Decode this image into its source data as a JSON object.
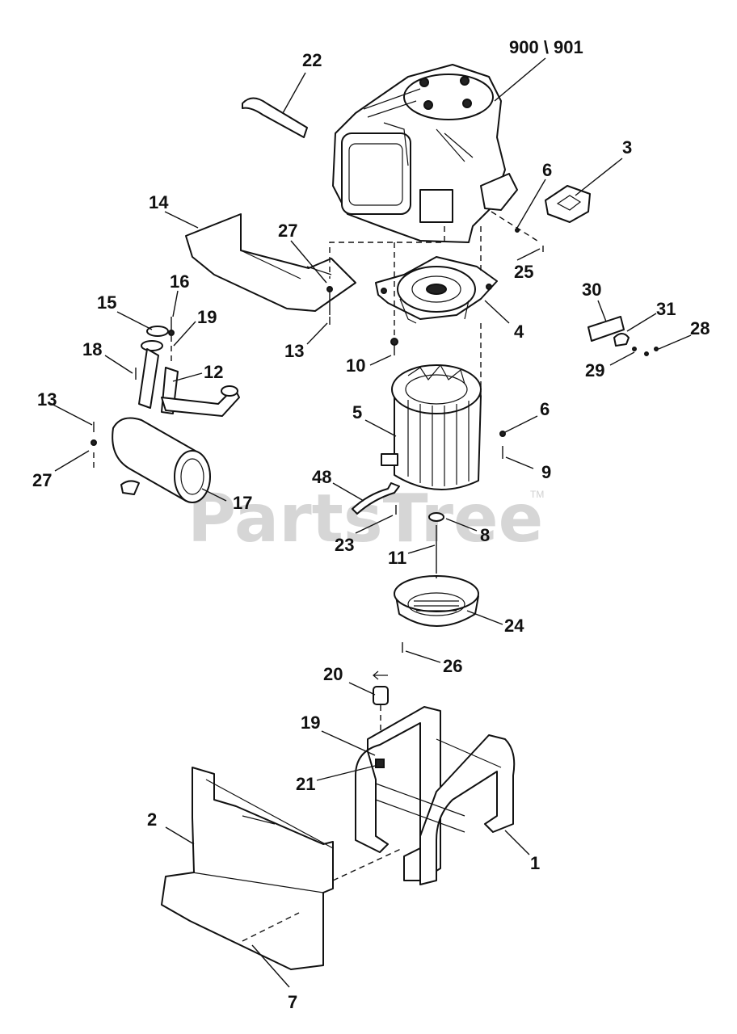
{
  "watermark": "PartsTree",
  "trademark": "TM",
  "labels": {
    "l900": "900 \\ 901",
    "l22": "22",
    "l3": "3",
    "l6a": "6",
    "l14": "14",
    "l27a": "27",
    "l25": "25",
    "l4": "4",
    "l30": "30",
    "l31": "31",
    "l28": "28",
    "l29": "29",
    "l16": "16",
    "l15": "15",
    "l19a": "19",
    "l18": "18",
    "l12": "12",
    "l13a": "13",
    "l13b": "13",
    "l10": "10",
    "l5": "5",
    "l6b": "6",
    "l9": "9",
    "l27b": "27",
    "l17": "17",
    "l48": "48",
    "l8": "8",
    "l23": "23",
    "l11": "11",
    "l24": "24",
    "l26": "26",
    "l20": "20",
    "l19b": "19",
    "l21": "21",
    "l2": "2",
    "l1": "1",
    "l7": "7"
  }
}
